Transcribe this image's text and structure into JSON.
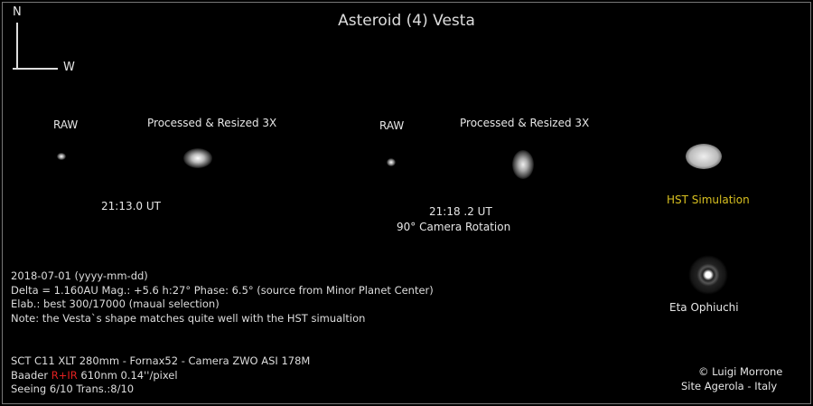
{
  "title": "Asteroid (4) Vesta",
  "compass": {
    "north": "N",
    "west": "W"
  },
  "panels": [
    {
      "raw_label": "RAW",
      "processed_label": "Processed & Resized 3X",
      "time": "21:13.0 UT"
    },
    {
      "raw_label": "RAW",
      "processed_label": "Processed & Resized 3X",
      "time": "21:18 .2 UT",
      "note": "90° Camera Rotation"
    }
  ],
  "hst_label": "HST Simulation",
  "star_label": "Eta Ophiuchi",
  "info_lines": [
    "2018-07-01 (yyyy-mm-dd)",
    "Delta = 1.160AU  Mag.: +5.6  h:27°   Phase: 6.5° (source from Minor Planet Center)",
    "Elab.: best 300/17000 (maual selection)",
    "Note:  the Vesta`s shape matches quite well with the HST simualtion"
  ],
  "equipment": {
    "line1": "SCT C11 XLT 280mm - Fornax52 - Camera ZWO ASI 178M",
    "filter_prefix": "Baader ",
    "filter_name": "R+IR",
    "filter_suffix": " 610nm   0.14''/pixel",
    "line3": "Seeing 6/10  Trans.:8/10"
  },
  "credit": {
    "author": "© Luigi Morrone",
    "site": "Site Agerola - Italy"
  },
  "colors": {
    "hst": "#d8c020",
    "filter": "#e02020"
  }
}
